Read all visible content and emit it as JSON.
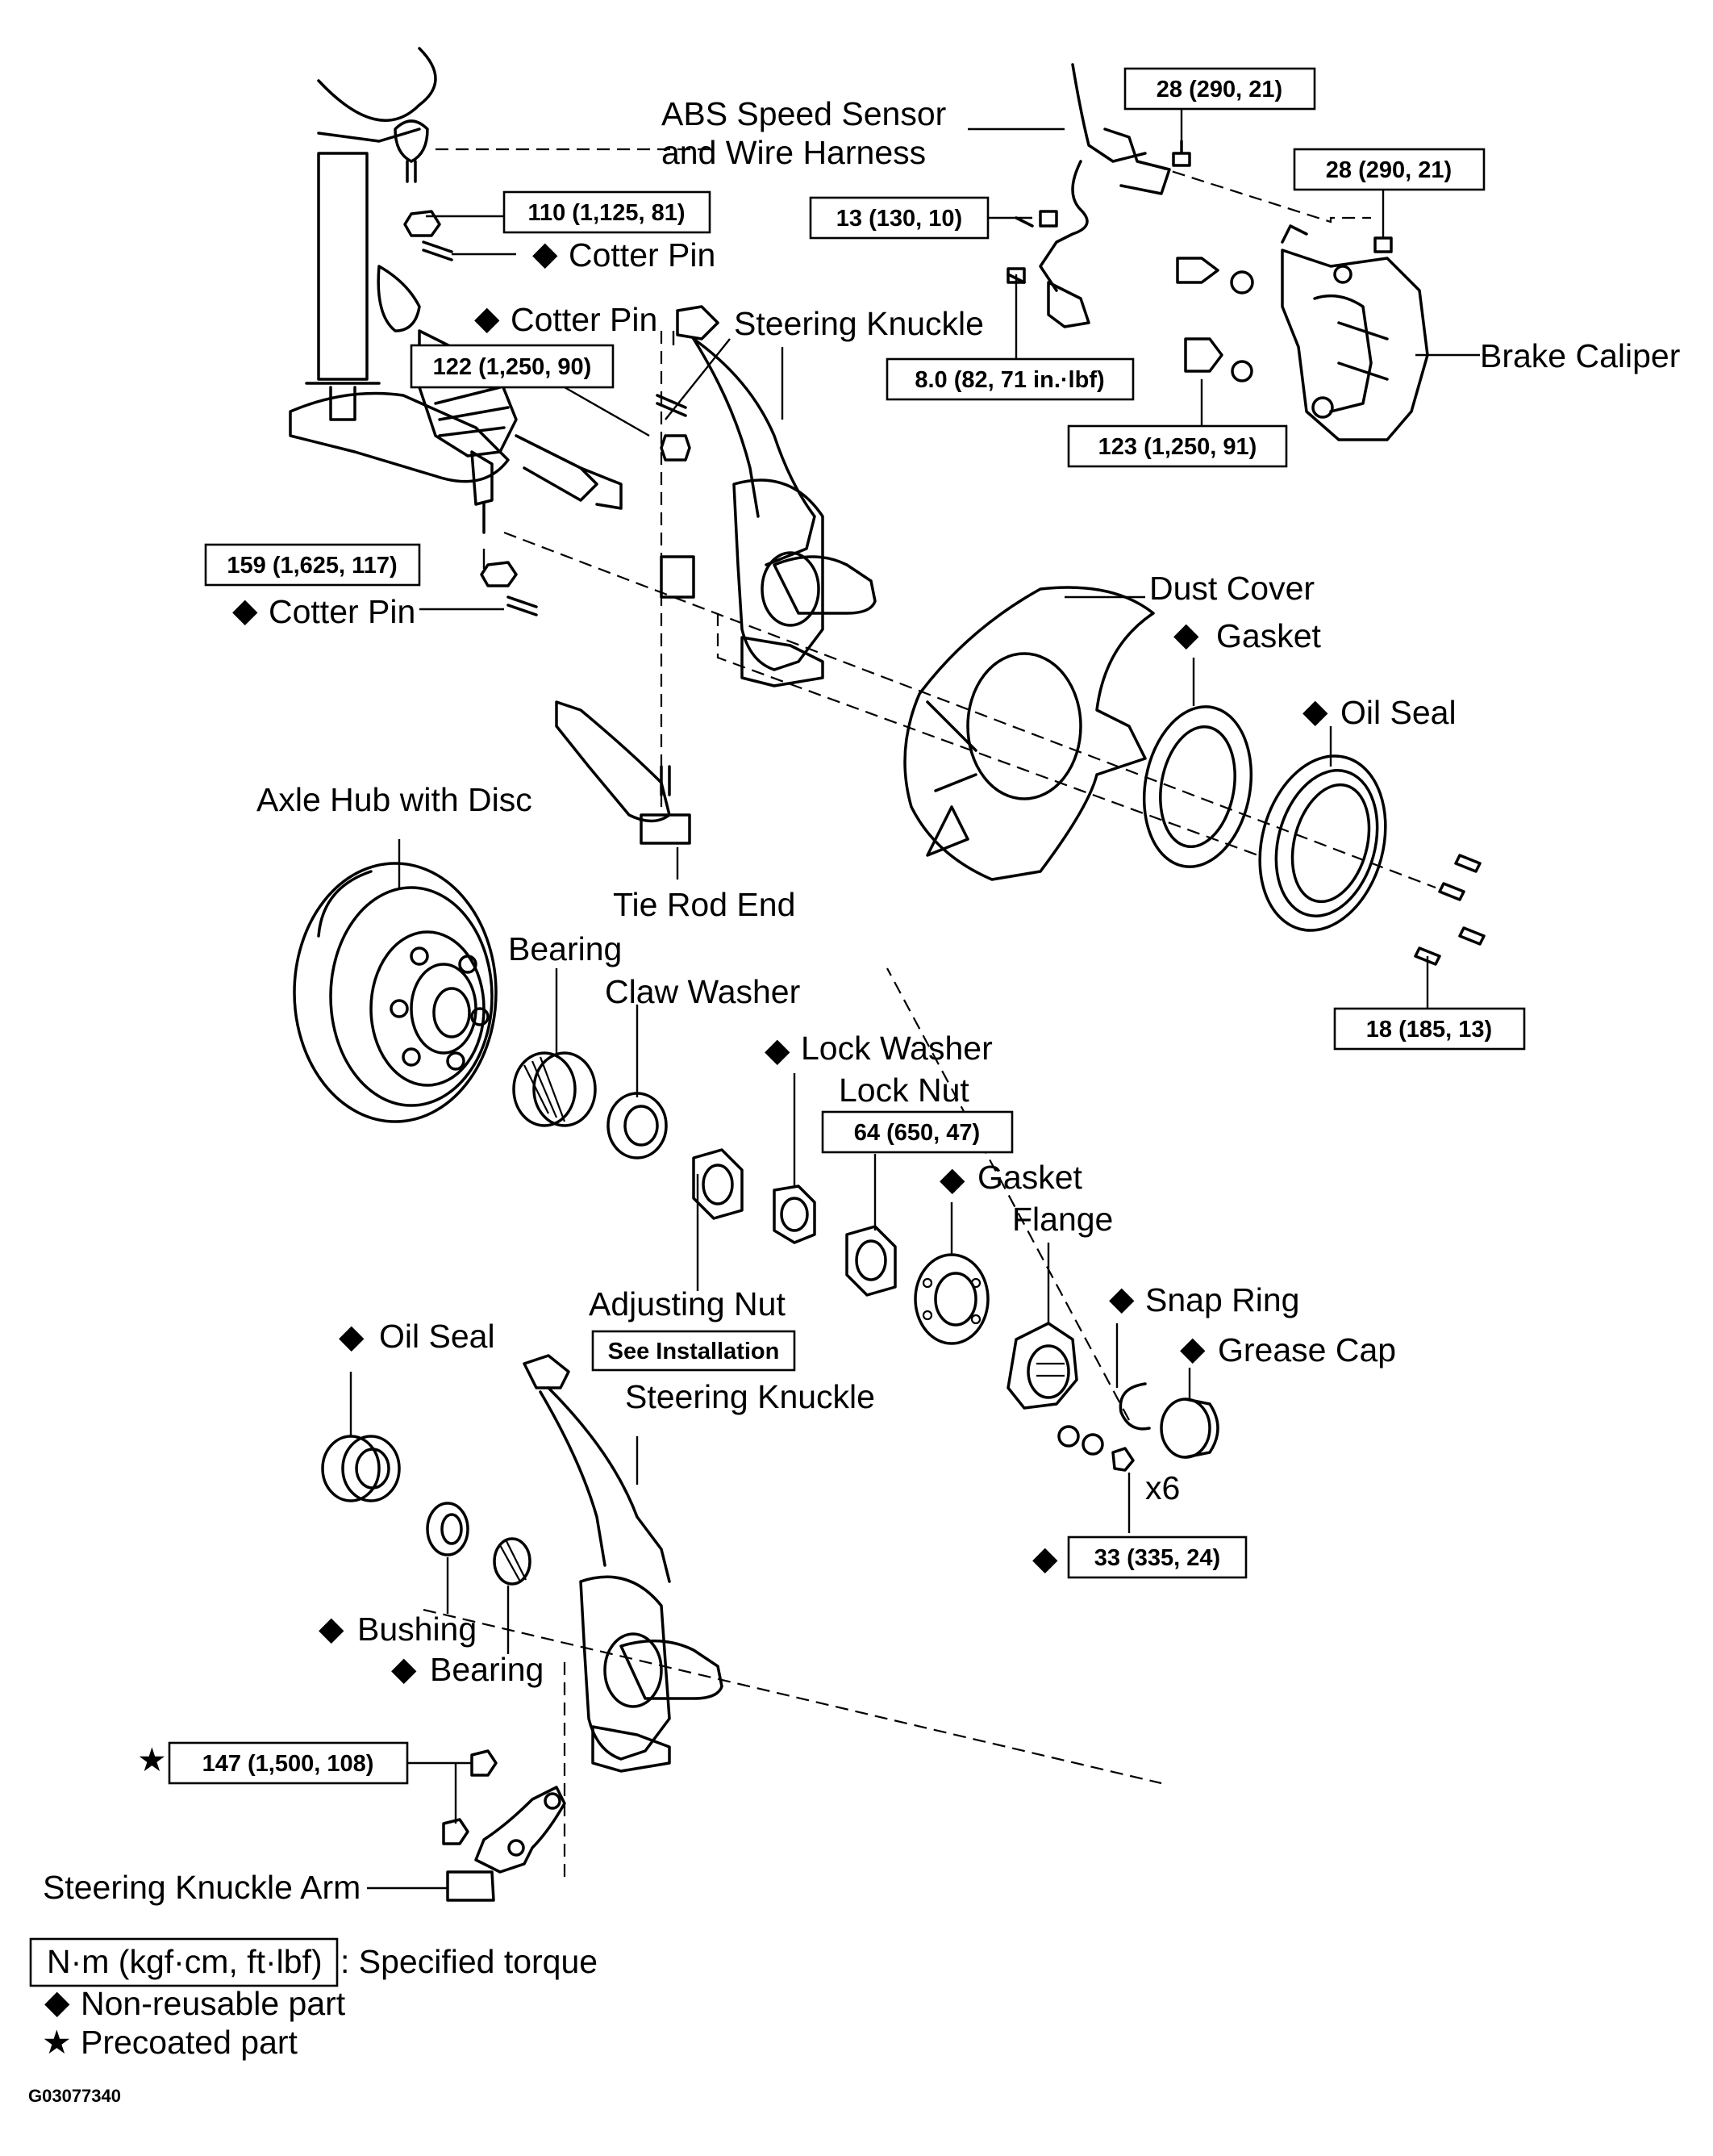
{
  "labels": {
    "abs_sensor_1": "ABS Speed Sensor",
    "abs_sensor_2": "and Wire Harness",
    "cotter_pin_upper": "Cotter Pin",
    "cotter_pin_mid": "Cotter Pin",
    "cotter_pin_lower": "Cotter Pin",
    "steering_knuckle_upper": "Steering Knuckle",
    "brake_caliper": "Brake Caliper",
    "dust_cover": "Dust Cover",
    "gasket_upper": "Gasket",
    "oil_seal_upper": "Oil Seal",
    "axle_hub": "Axle Hub with Disc",
    "tie_rod_end": "Tie Rod End",
    "bearing_upper": "Bearing",
    "claw_washer": "Claw Washer",
    "lock_washer": "Lock Washer",
    "lock_nut": "Lock Nut",
    "gasket_lower": "Gasket",
    "flange": "Flange",
    "adjusting_nut": "Adjusting Nut",
    "snap_ring": "Snap Ring",
    "grease_cap": "Grease Cap",
    "oil_seal_lower": "Oil Seal",
    "steering_knuckle_lower": "Steering Knuckle",
    "x6": "x6",
    "bushing": "Bushing",
    "bearing_lower": "Bearing",
    "steering_knuckle_arm": "Steering Knuckle Arm"
  },
  "torques": {
    "t_28_a": "28 (290, 21)",
    "t_28_b": "28 (290, 21)",
    "t_110": "110 (1,125, 81)",
    "t_13": "13 (130, 10)",
    "t_122": "122 (1,250, 90)",
    "t_8": "8.0 (82, 71 in.·lbf)",
    "t_123": "123 (1,250, 91)",
    "t_159": "159 (1,625, 117)",
    "t_18": "18 (185, 13)",
    "t_64": "64 (650, 47)",
    "t_33": "33 (335, 24)",
    "t_147": "147 (1,500, 108)"
  },
  "see_installation": "See Installation",
  "legend": {
    "torque_unit": "N·m (kgf·cm, ft·lbf)",
    "torque_desc": ": Specified torque",
    "non_reusable": "Non-reusable part",
    "precoated": "Precoated part"
  },
  "symbols": {
    "diamond": "◆",
    "star": "★"
  },
  "figure_code": "G03077340"
}
